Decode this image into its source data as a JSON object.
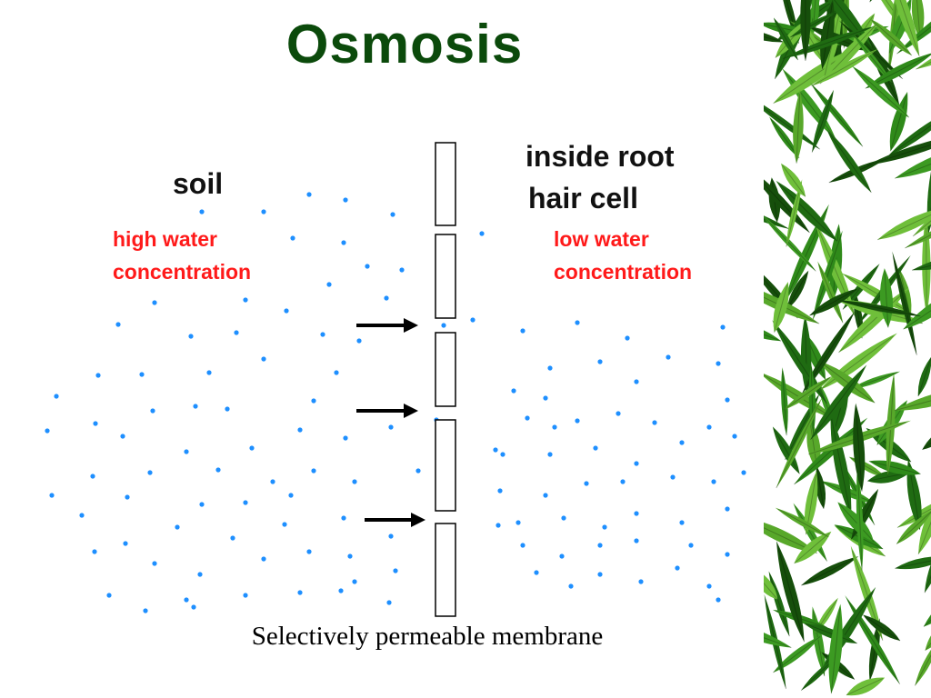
{
  "title": "Osmosis",
  "left_region": {
    "label": "soil",
    "concentration_line1": "high water",
    "concentration_line2": "concentration"
  },
  "right_region": {
    "label_line1": "inside root",
    "label_line2": "hair cell",
    "concentration_line1": "low water",
    "concentration_line2": "concentration"
  },
  "membrane_caption": "Selectively permeable membrane",
  "colors": {
    "title": "#0b4a0b",
    "concentration_text": "#ff1a1a",
    "water_dot": "#1e8fff",
    "arrow": "#000000",
    "leaf_dark": "#1f6b12",
    "leaf_light": "#58a82a"
  },
  "icons": {
    "flow_arrow": "right-arrow-icon",
    "decoration": "bamboo-leaves"
  }
}
